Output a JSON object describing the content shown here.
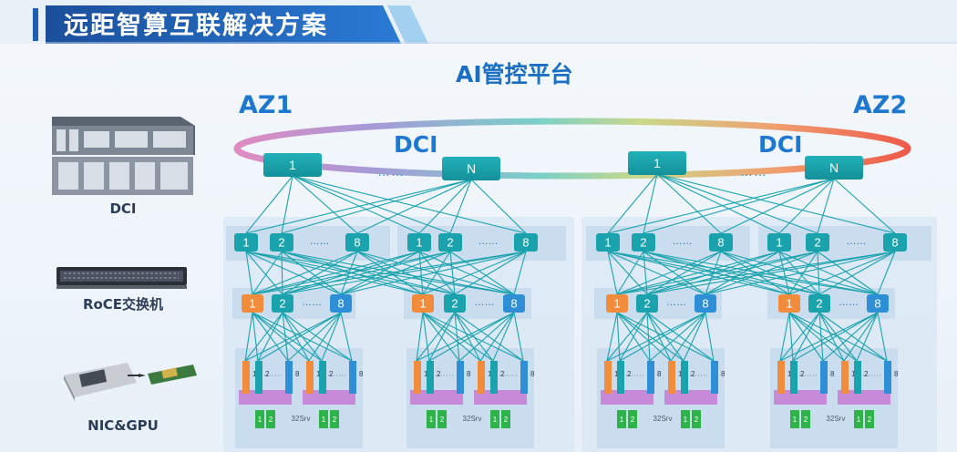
{
  "title": "远距智算互联解决方案",
  "platform": "AI管控平台",
  "az_labels": [
    "AZ1",
    "AZ2"
  ],
  "dci_label": "DCI",
  "dci_dots": "……",
  "dci_node_labels": [
    "1",
    "N",
    "1",
    "N"
  ],
  "pod_labels": {
    "first": "1",
    "second": "2",
    "last": "8",
    "dots": "……"
  },
  "gpu_labels": {
    "a": "1",
    "b": "2"
  },
  "server_group_label": "32Srv",
  "legend": [
    {
      "id": "dci",
      "label": "DCI"
    },
    {
      "id": "roce",
      "label": "RoCE交换机"
    },
    {
      "id": "nic",
      "label": "NIC&GPU"
    }
  ],
  "colors": {
    "banner": "#1e5fb3",
    "switch_teal": "#1aa3ad",
    "leaf_orange": "#f08c3c",
    "leaf_blue": "#2e8fd6",
    "gpu_green": "#2db34a",
    "purple": "#c78ad8",
    "link": "#1aa3ad"
  }
}
